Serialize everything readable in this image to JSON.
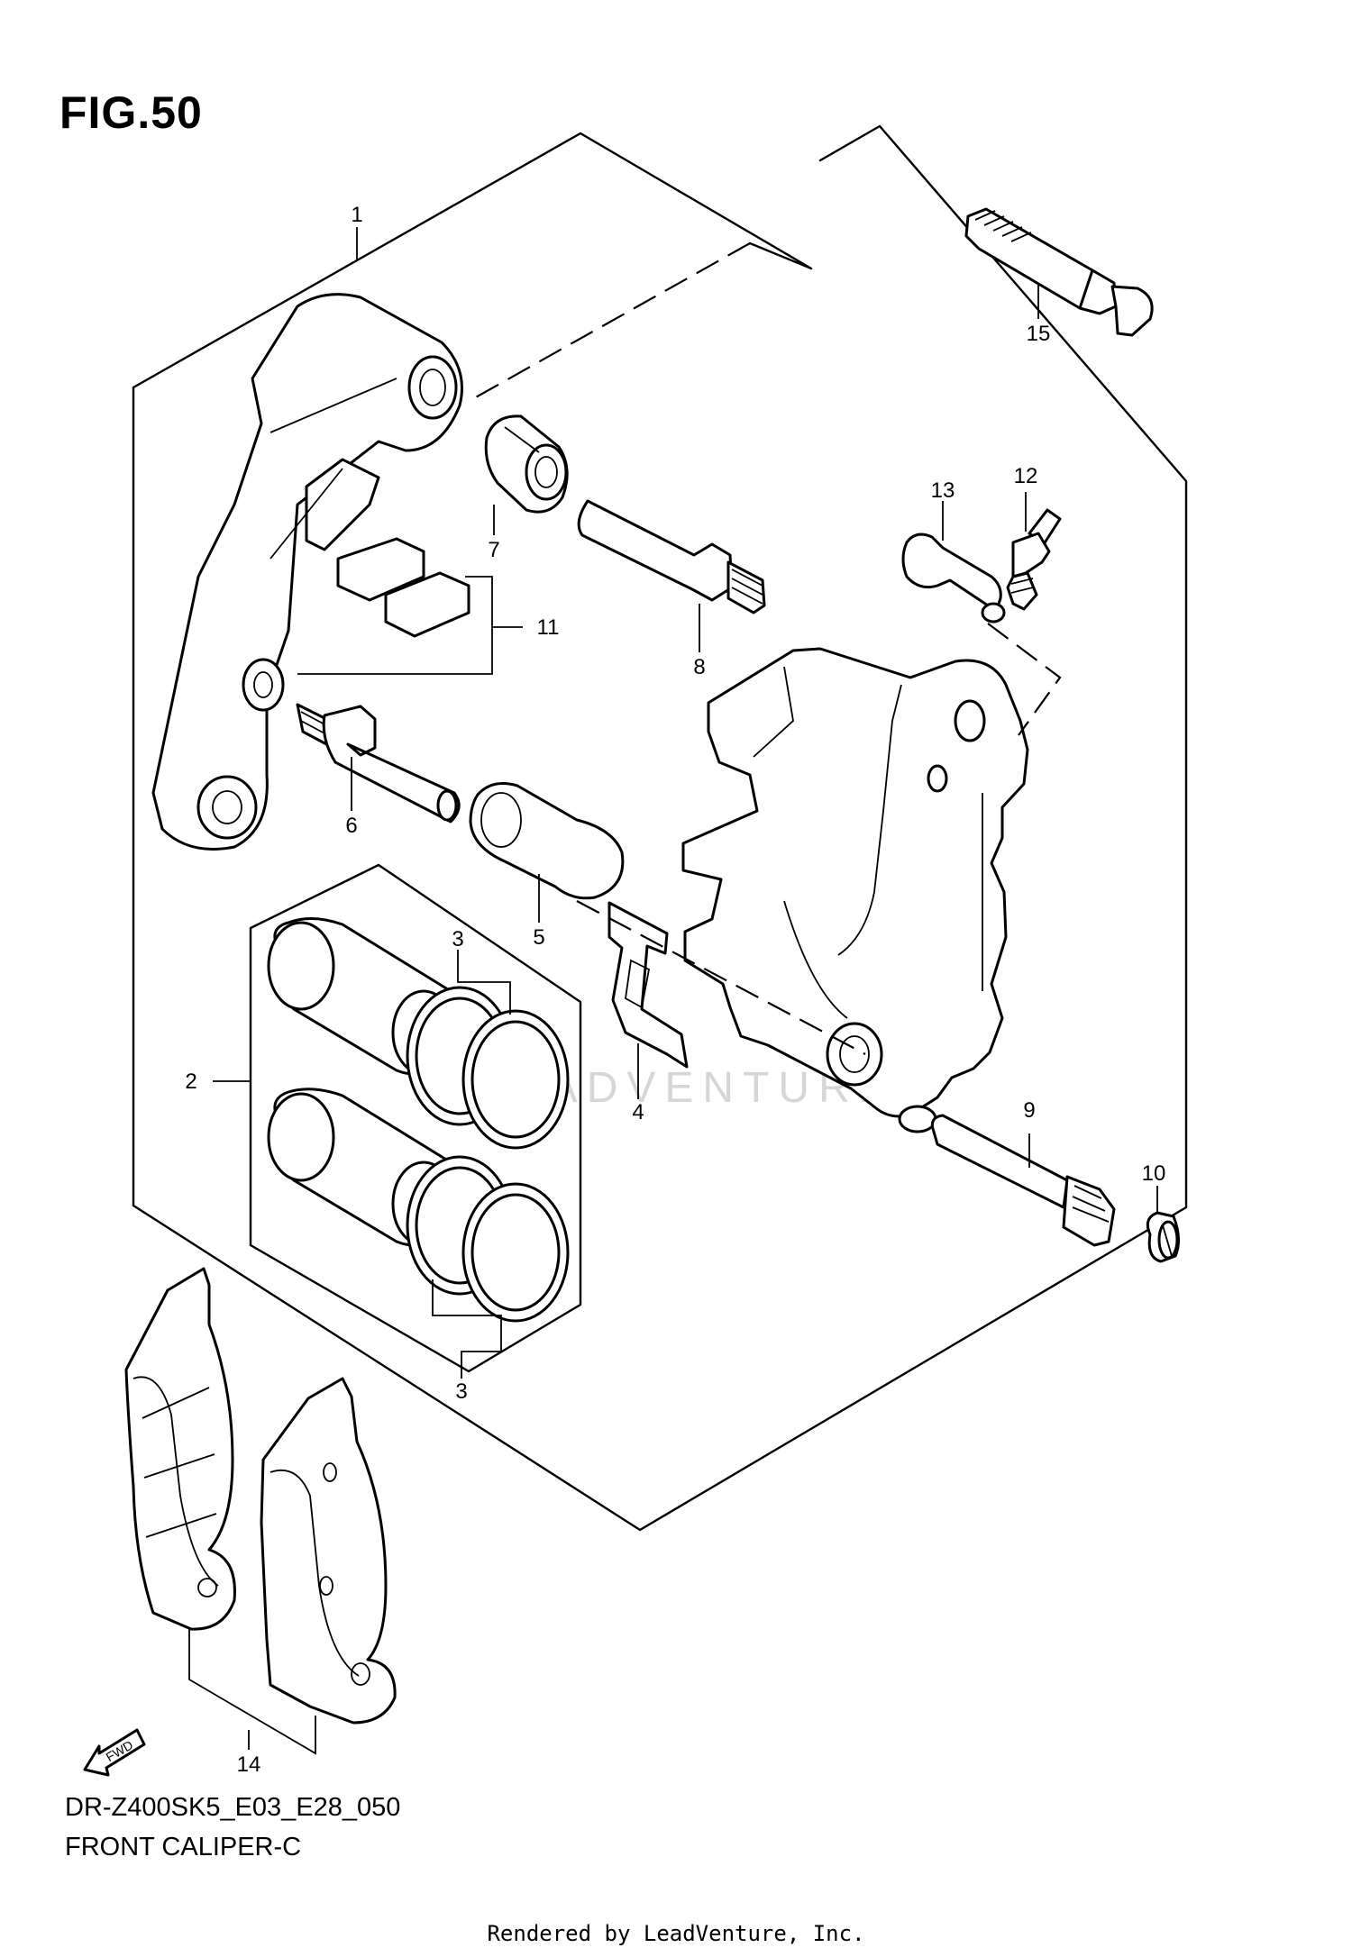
{
  "figure": {
    "title": "FIG.50",
    "model_code": "DR-Z400SK5_E03_E28_050",
    "caption": "FRONT CALIPER-C",
    "render_credit": "Rendered by LeadVenture, Inc.",
    "watermark": "LEADVENTURE"
  },
  "callouts": [
    "1",
    "2",
    "3",
    "3",
    "4",
    "5",
    "6",
    "7",
    "8",
    "9",
    "10",
    "11",
    "12",
    "13",
    "14",
    "15"
  ],
  "fwd_label": "FWD"
}
